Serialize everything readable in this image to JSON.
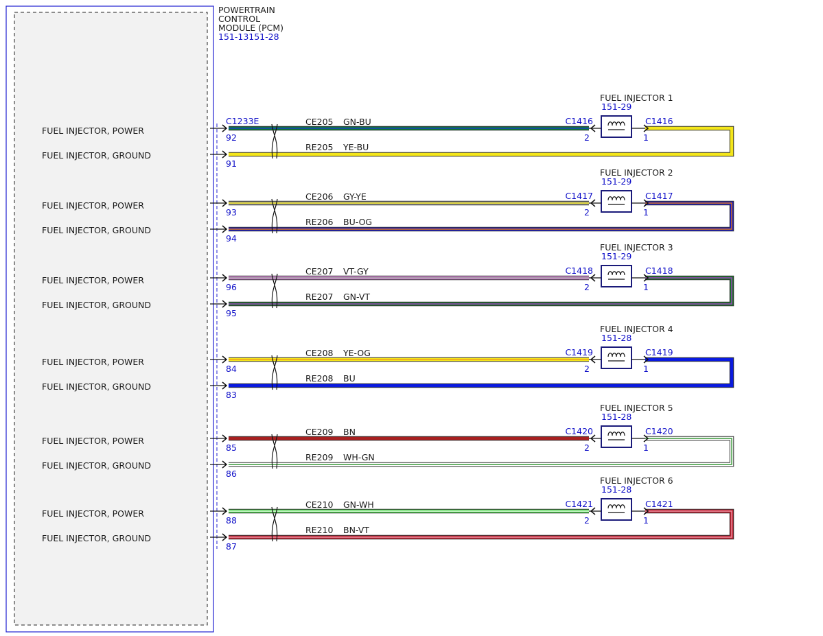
{
  "pcm": {
    "title_lines": [
      "POWERTRAIN",
      "CONTROL",
      "MODULE (PCM)"
    ],
    "ref": "151-13151-28",
    "connector": "C1233E"
  },
  "colors": {
    "border_blue": "#2020d0",
    "label_blue": "#1010c8",
    "box_fill": "#f2f2f2",
    "wire_outline": "#333333"
  },
  "circuits": [
    {
      "power_label": "FUEL INJECTOR, POWER",
      "ground_label": "FUEL INJECTOR, GROUND",
      "power_pin": "92",
      "ground_pin": "91",
      "power_circuit": "CE205",
      "power_color_code": "GN-BU",
      "power_wire_colors": [
        "#0c7a3a",
        "#1a3fbf"
      ],
      "ground_circuit": "RE205",
      "ground_color_code": "YE-BU",
      "ground_wire_colors": [
        "#f4e61a",
        "#f4e61a"
      ],
      "injector_name": "FUEL INJECTOR 1",
      "injector_ref": "151-29",
      "connector_left": "C1416",
      "connector_right": "C1416",
      "pin_left": "2",
      "pin_right": "1"
    },
    {
      "power_label": "FUEL INJECTOR, POWER",
      "ground_label": "FUEL INJECTOR, GROUND",
      "power_pin": "93",
      "ground_pin": "94",
      "power_circuit": "CE206",
      "power_color_code": "GY-YE",
      "power_wire_colors": [
        "#9a9a9a",
        "#f4e61a"
      ],
      "ground_circuit": "RE206",
      "ground_color_code": "BU-OG",
      "ground_wire_colors": [
        "#1a1acc",
        "#e07a10"
      ],
      "injector_name": "FUEL INJECTOR 2",
      "injector_ref": "151-29",
      "connector_left": "C1417",
      "connector_right": "C1417",
      "pin_left": "2",
      "pin_right": "1"
    },
    {
      "power_label": "FUEL INJECTOR, POWER",
      "ground_label": "FUEL INJECTOR, GROUND",
      "power_pin": "96",
      "ground_pin": "95",
      "power_circuit": "CE207",
      "power_color_code": "VT-GY",
      "power_wire_colors": [
        "#d98ad9",
        "#9a9a9a"
      ],
      "ground_circuit": "RE207",
      "ground_color_code": "GN-VT",
      "ground_wire_colors": [
        "#1a7a2a",
        "#a040c0"
      ],
      "injector_name": "FUEL INJECTOR 3",
      "injector_ref": "151-29",
      "connector_left": "C1418",
      "connector_right": "C1418",
      "pin_left": "2",
      "pin_right": "1"
    },
    {
      "power_label": "FUEL INJECTOR, POWER",
      "ground_label": "FUEL INJECTOR, GROUND",
      "power_pin": "84",
      "ground_pin": "83",
      "power_circuit": "CE208",
      "power_color_code": "YE-OG",
      "power_wire_colors": [
        "#f4e61a",
        "#f0a020"
      ],
      "ground_circuit": "RE208",
      "ground_color_code": "BU",
      "ground_wire_colors": [
        "#0a1ae0",
        "#0a1ae0"
      ],
      "injector_name": "FUEL INJECTOR 4",
      "injector_ref": "151-28",
      "connector_left": "C1419",
      "connector_right": "C1419",
      "pin_left": "2",
      "pin_right": "1"
    },
    {
      "power_label": "FUEL INJECTOR, POWER",
      "ground_label": "FUEL INJECTOR, GROUND",
      "power_pin": "85",
      "ground_pin": "86",
      "power_circuit": "CE209",
      "power_color_code": "BN",
      "power_wire_colors": [
        "#a82020",
        "#a82020"
      ],
      "ground_circuit": "RE209",
      "ground_color_code": "WH-GN",
      "ground_wire_colors": [
        "#ffffff",
        "#3a9a3a"
      ],
      "injector_name": "FUEL INJECTOR 5",
      "injector_ref": "151-28",
      "connector_left": "C1420",
      "connector_right": "C1420",
      "pin_left": "2",
      "pin_right": "1"
    },
    {
      "power_label": "FUEL INJECTOR, POWER",
      "ground_label": "FUEL INJECTOR, GROUND",
      "power_pin": "88",
      "ground_pin": "87",
      "power_circuit": "CE210",
      "power_color_code": "GN-WH",
      "power_wire_colors": [
        "#4ad04a",
        "#e8ffe8"
      ],
      "ground_circuit": "RE210",
      "ground_color_code": "BN-VT",
      "ground_wire_colors": [
        "#c02030",
        "#e890a0"
      ],
      "injector_name": "FUEL INJECTOR 6",
      "injector_ref": "151-28",
      "connector_left": "C1421",
      "connector_right": "C1421",
      "pin_left": "2",
      "pin_right": "1"
    }
  ]
}
